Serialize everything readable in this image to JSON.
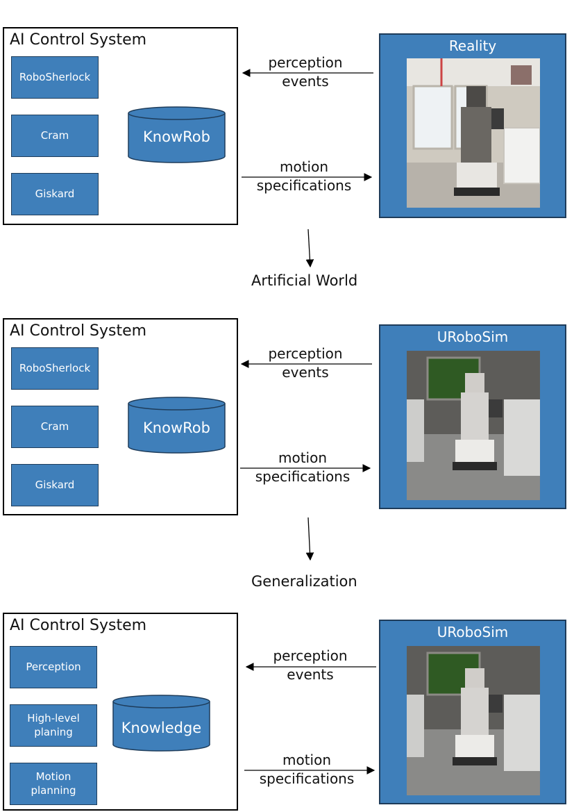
{
  "panels": [
    {
      "control_title": "AI Control System",
      "modules": [
        "RoboSherlock",
        "Cram",
        "Giskard"
      ],
      "knowledge": "KnowRob",
      "perception": [
        "perception",
        "events"
      ],
      "motion": [
        "motion",
        "specifications"
      ],
      "environment": "Reality"
    },
    {
      "control_title": "AI Control System",
      "modules": [
        "RoboSherlock",
        "Cram",
        "Giskard"
      ],
      "knowledge": "KnowRob",
      "perception": [
        "perception",
        "events"
      ],
      "motion": [
        "motion",
        "specifications"
      ],
      "environment": "URoboSim"
    },
    {
      "control_title": "AI Control System",
      "modules": [
        "Perception",
        "High-level planing",
        "Motion planning"
      ],
      "knowledge": "Knowledge",
      "perception": [
        "perception",
        "events"
      ],
      "motion": [
        "motion",
        "specifications"
      ],
      "environment": "URoboSim"
    }
  ],
  "transitions": [
    "Artificial World",
    "Generalization"
  ],
  "colors": {
    "module_fill": "#3f7fba",
    "module_border": "#1e3c5a",
    "text": "#111111"
  }
}
